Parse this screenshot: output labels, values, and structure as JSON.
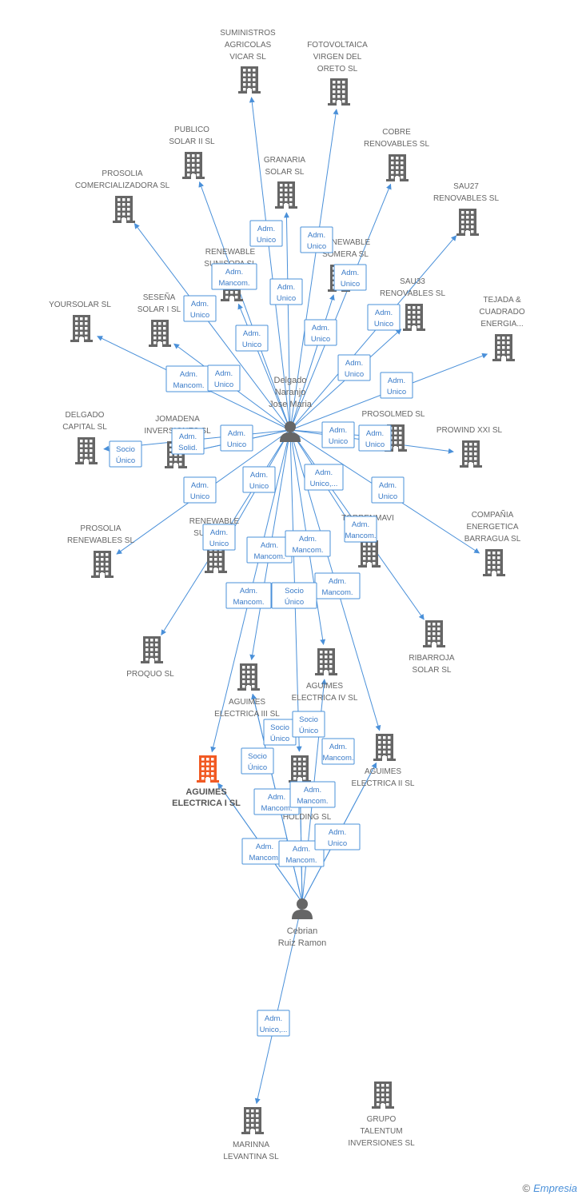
{
  "colors": {
    "edge": "#4a90d9",
    "building": "#666666",
    "highlight": "#f15a24",
    "person": "#666666"
  },
  "persons": [
    {
      "id": "p1",
      "lines": [
        "Delgado",
        "Naranjo",
        "Jose Maria"
      ]
    },
    {
      "id": "p2",
      "lines": [
        "Cebrian",
        "Ruiz Ramon"
      ]
    }
  ],
  "companies": [
    {
      "id": "c1",
      "lines": [
        "SUMINISTROS",
        "AGRICOLAS",
        "VICAR SL"
      ]
    },
    {
      "id": "c2",
      "lines": [
        "FOTOVOLTAICA",
        "VIRGEN DEL",
        "ORETO SL"
      ]
    },
    {
      "id": "c3",
      "lines": [
        "PUBLICO",
        "SOLAR II SL"
      ]
    },
    {
      "id": "c4",
      "lines": [
        "COBRE",
        "RENOVABLES SL"
      ]
    },
    {
      "id": "c5",
      "lines": [
        "GRANARIA",
        "SOLAR SL"
      ]
    },
    {
      "id": "c6",
      "lines": [
        "PROSOLIA",
        "COMERCIALIZADORA SL"
      ]
    },
    {
      "id": "c7",
      "lines": [
        "SAU27",
        "RENOVABLES SL"
      ]
    },
    {
      "id": "c8",
      "lines": [
        "RENEWABLE",
        "SUNISOPA SL"
      ]
    },
    {
      "id": "c9",
      "lines": [
        "RENEWABLE",
        "SOMERA SL"
      ]
    },
    {
      "id": "c10",
      "lines": [
        "SAU33",
        "RENOVABLES SL"
      ]
    },
    {
      "id": "c11",
      "lines": [
        "TEJADA &",
        "CUADRADO",
        "ENERGIA..."
      ]
    },
    {
      "id": "c12",
      "lines": [
        "YOURSOLAR SL"
      ]
    },
    {
      "id": "c13",
      "lines": [
        "SESEÑA",
        "SOLAR I SL"
      ]
    },
    {
      "id": "c14",
      "lines": [
        "DELGADO",
        "CAPITAL SL"
      ]
    },
    {
      "id": "c15",
      "lines": [
        "JOMADENA",
        "INVERSIONES SL"
      ]
    },
    {
      "id": "c16",
      "lines": [
        "PROSOLMED SL"
      ]
    },
    {
      "id": "c17",
      "lines": [
        "PROWIND XXI SL"
      ]
    },
    {
      "id": "c18",
      "lines": [
        "PROSOLIA",
        "RENEWABLES SL"
      ]
    },
    {
      "id": "c19",
      "lines": [
        "RENEWABLE",
        "SUNGO SL"
      ]
    },
    {
      "id": "c20",
      "lines": [
        "TORRENMAVI",
        "SL"
      ]
    },
    {
      "id": "c21",
      "lines": [
        "COMPAÑIA",
        "ENERGETICA",
        "BARRAGUA SL"
      ]
    },
    {
      "id": "c22",
      "lines": [
        "PROQUO SL"
      ]
    },
    {
      "id": "c23",
      "lines": [
        "RIBARROJA",
        "SOLAR SL"
      ]
    },
    {
      "id": "c24",
      "lines": [
        "AGUIMES",
        "ELECTRICA III SL"
      ]
    },
    {
      "id": "c25",
      "lines": [
        "AGUIMES",
        "ELECTRICA IV SL"
      ]
    },
    {
      "id": "c26",
      "lines": [
        "AGUIMES",
        "ELECTRICA I SL"
      ]
    },
    {
      "id": "c27",
      "lines": [
        "HOLDING SL"
      ]
    },
    {
      "id": "c28",
      "lines": [
        "AGUIMES",
        "ELECTRICA II SL"
      ]
    },
    {
      "id": "c29",
      "lines": [
        "MARINNA",
        "LEVANTINA SL"
      ]
    },
    {
      "id": "c30",
      "lines": [
        "GRUPO",
        "TALENTUM",
        "INVERSIONES SL"
      ]
    }
  ],
  "edges": [
    {
      "id": "e1",
      "lines": [
        "Adm.",
        "Unico"
      ]
    },
    {
      "id": "e2",
      "lines": [
        "Adm.",
        "Unico"
      ]
    },
    {
      "id": "e3",
      "lines": [
        "Adm.",
        "Mancom."
      ]
    },
    {
      "id": "e4",
      "lines": [
        "Adm.",
        "Unico"
      ]
    },
    {
      "id": "e5",
      "lines": [
        "Adm.",
        "Unico"
      ]
    },
    {
      "id": "e6",
      "lines": [
        "Adm.",
        "Unico"
      ]
    },
    {
      "id": "e7",
      "lines": [
        "Adm.",
        "Unico"
      ]
    },
    {
      "id": "e8",
      "lines": [
        "Adm.",
        "Unico"
      ]
    },
    {
      "id": "e9",
      "lines": [
        "Adm.",
        "Unico"
      ]
    },
    {
      "id": "e10",
      "lines": [
        "Adm.",
        "Mancom."
      ]
    },
    {
      "id": "e11",
      "lines": [
        "Adm.",
        "Unico"
      ]
    },
    {
      "id": "e12",
      "lines": [
        "Adm.",
        "Unico"
      ]
    },
    {
      "id": "e13",
      "lines": [
        "Adm.",
        "Unico"
      ]
    },
    {
      "id": "e14",
      "lines": [
        "Adm.",
        "Solid."
      ]
    },
    {
      "id": "e15",
      "lines": [
        "Socio",
        "Único"
      ]
    },
    {
      "id": "e16",
      "lines": [
        "Adm.",
        "Unico"
      ]
    },
    {
      "id": "e17",
      "lines": [
        "Adm.",
        "Unico"
      ]
    },
    {
      "id": "e18",
      "lines": [
        "Adm.",
        "Unico"
      ]
    },
    {
      "id": "e19",
      "lines": [
        "Adm.",
        "Unico"
      ]
    },
    {
      "id": "e20",
      "lines": [
        "Adm.",
        "Unico,..."
      ]
    },
    {
      "id": "e21",
      "lines": [
        "Adm.",
        "Unico"
      ]
    },
    {
      "id": "e22",
      "lines": [
        "Adm.",
        "Unico"
      ]
    },
    {
      "id": "e23",
      "lines": [
        "Adm.",
        "Unico"
      ]
    },
    {
      "id": "e24",
      "lines": [
        "Adm.",
        "Mancom."
      ]
    },
    {
      "id": "e25",
      "lines": [
        "Adm.",
        "Mancom."
      ]
    },
    {
      "id": "e26",
      "lines": [
        "Adm.",
        "Mancom."
      ]
    },
    {
      "id": "e27",
      "lines": [
        "Adm.",
        "Mancom."
      ]
    },
    {
      "id": "e28",
      "lines": [
        "Adm.",
        "Mancom."
      ]
    },
    {
      "id": "e29",
      "lines": [
        "Socio",
        "Único"
      ]
    },
    {
      "id": "e30",
      "lines": [
        "Socio",
        "Único"
      ]
    },
    {
      "id": "e31",
      "lines": [
        "Socio",
        "Único"
      ]
    },
    {
      "id": "e32",
      "lines": [
        "Socio",
        "Único"
      ]
    },
    {
      "id": "e33",
      "lines": [
        "Adm.",
        "Mancom."
      ]
    },
    {
      "id": "e34",
      "lines": [
        "Adm.",
        "Mancom."
      ]
    },
    {
      "id": "e35",
      "lines": [
        "Adm.",
        "Mancom."
      ]
    },
    {
      "id": "e36",
      "lines": [
        "Adm.",
        "Mancom."
      ]
    },
    {
      "id": "e37",
      "lines": [
        "Adm.",
        "Mancom."
      ]
    },
    {
      "id": "e38",
      "lines": [
        "Adm.",
        "Unico"
      ]
    },
    {
      "id": "e39",
      "lines": [
        "Adm.",
        "Unico,..."
      ]
    }
  ],
  "footer": {
    "copyright": "©",
    "brand": "Empresia"
  }
}
